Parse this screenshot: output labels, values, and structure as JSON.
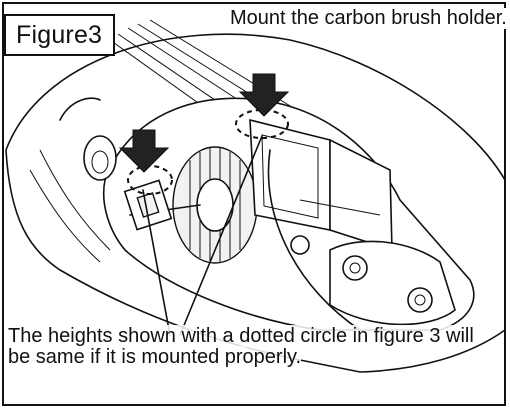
{
  "figure": {
    "label": "Figure3",
    "callout_top": "Mount the carbon brush holder.",
    "callout_bottom": "The heights shown with a dotted circle in figure 3 will be same if it is mounted properly."
  },
  "icons": [
    "arrow-down-icon",
    "arrow-down-icon"
  ],
  "colors": {
    "line": "#111111",
    "background": "#ffffff"
  }
}
